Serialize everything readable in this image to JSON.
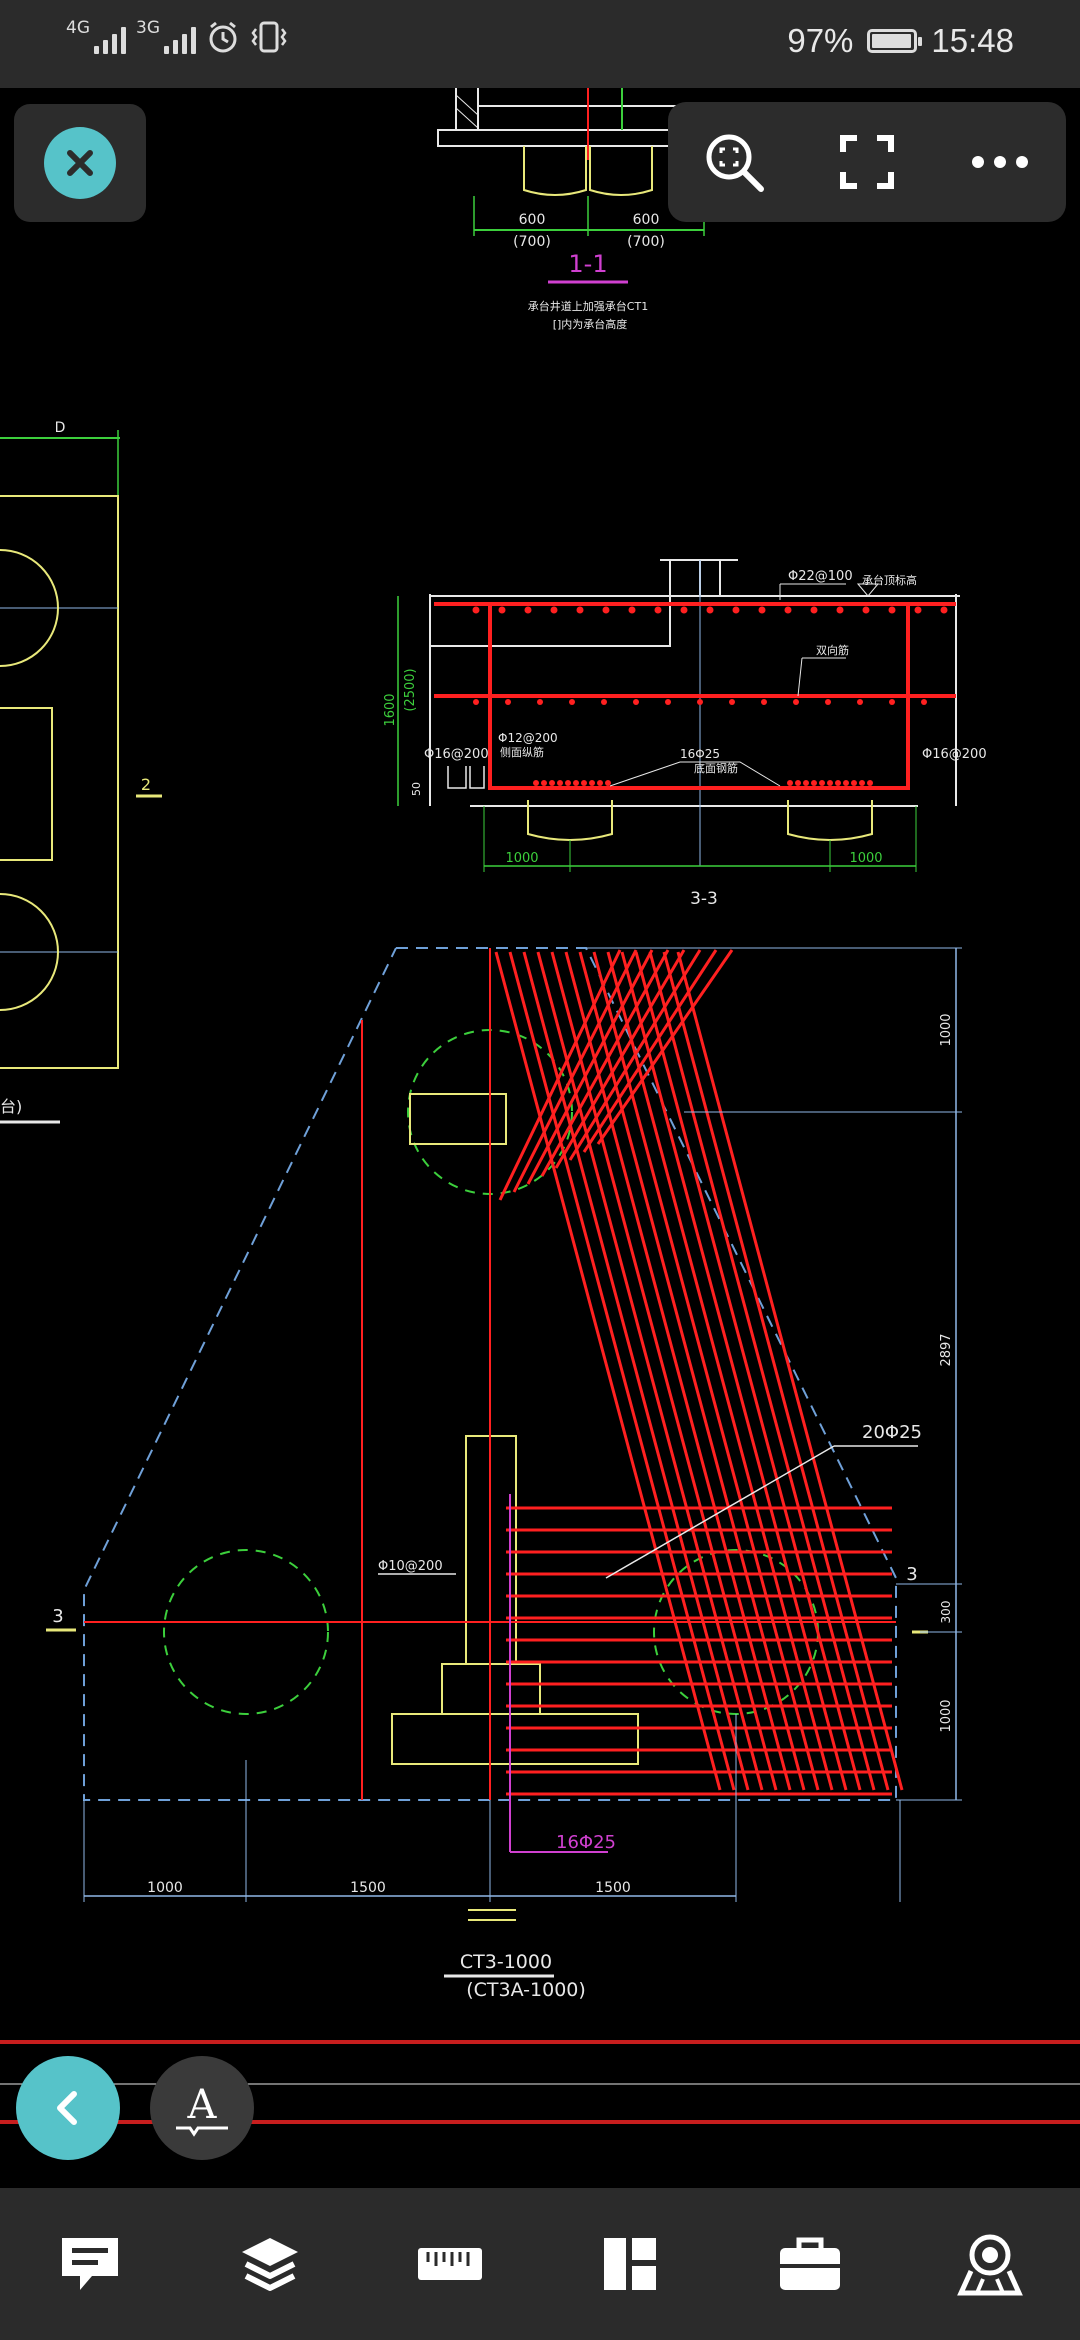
{
  "status_bar": {
    "signal1_label": "4G",
    "signal2_label": "3G",
    "battery_percent": "97%",
    "battery_level": 0.97,
    "time": "15:48"
  },
  "drawing": {
    "section_1_1": {
      "dim_left": "600",
      "dim_left_alt": "(700)",
      "dim_right": "600",
      "dim_right_alt": "(700)",
      "title": "1-1",
      "note_line1": "承台井道上加强承台CT1",
      "note_line2": "[]内为承台高度"
    },
    "left_plan": {
      "dim_top": "D",
      "label_2": "2",
      "caption": "台)"
    },
    "section_3_3": {
      "label_top_bar": "Φ22@100",
      "label_top_right": "承台顶标高",
      "label_mid": "双向筋",
      "dim_height": "1600",
      "dim_height_alt": "(2500)",
      "label_left_stirrup": "Φ16@200",
      "label_left_inner": "Φ12@200",
      "label_left_inner2": "侧面纵筋",
      "label_bottom_bars": "16Φ25",
      "label_bottom_bars2": "底面钢筋",
      "label_right": "Φ16@200",
      "dim_50": "50",
      "dim_left_1000": "1000",
      "dim_right_1000": "1000",
      "title": "3-3"
    },
    "plan_ct3": {
      "dim_1000_top": "1000",
      "dim_2897": "2897",
      "dim_300": "300",
      "dim_1000_bottom": "1000",
      "label_20phi25": "20Φ25",
      "label_phi10": "Φ10@200",
      "label_16phi25": "16Φ25",
      "marker_3_left": "3",
      "marker_3_right": "3",
      "dim_b1": "1000",
      "dim_b2": "1500",
      "dim_b3": "1500",
      "title": "CT3-1000",
      "subtitle": "(CT3A-1000)"
    }
  },
  "colors": {
    "background": "#000000",
    "bar_bg": "#2b2b2b",
    "accent": "#56c3c9",
    "cad_red": "#ff2020",
    "cad_green": "#3ccf3c",
    "cad_yellow": "#e8e87a",
    "cad_blue": "#8fb8e8",
    "cad_magenta": "#d040d0"
  },
  "icons": {
    "close": "close-icon",
    "zoom": "zoom-extents-icon",
    "fullscreen": "fullscreen-icon",
    "more": "more-icon",
    "back": "chevron-left-icon",
    "text": "text-annotation-icon",
    "comment": "comment-icon",
    "layers": "layers-icon",
    "measure": "ruler-icon",
    "layout": "layout-grid-icon",
    "toolbox": "toolbox-icon",
    "view3d": "viewpoint-icon"
  }
}
